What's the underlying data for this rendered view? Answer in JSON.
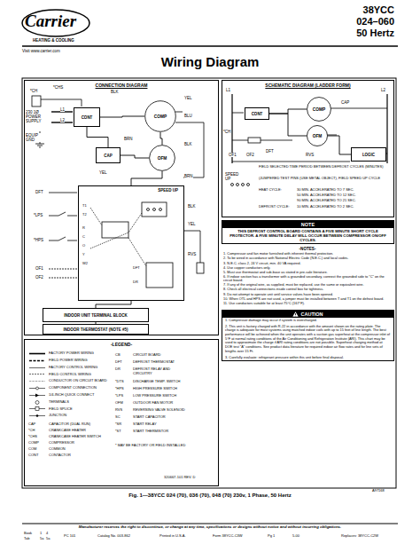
{
  "diagram": {
    "title": "Wiring Diagram",
    "caption": "Fig. 1—38YCC 024 (70), 036 (70), 048 (70) 230v, 1 Phase, 50 Hertz",
    "nodes": [
      {
        "text": [
          "CONNECTION DIAGRAM"
        ]
      },
      {
        "text": [
          "SCHEMATIC DIAGRAM (LADDER FORM)"
        ]
      },
      {
        "text": [
          "NOTE",
          "THIS DEFROST CONTROL BOARD CONTAINS A FIVE MINUTE SHORT CYCLE PROTECTOR. A FIVE MINUTE DELAY WILL OCCUR BETWEEN COMPRESSOR ON/OFF CYCLES."
        ]
      },
      {
        "text": [
          "CAUTION",
          "1. Compressor damage may occur if system is overcharged.",
          "2. This unit is factory charged with R-22 in accordance with the amount shown on the rating plate. The charge is adequate for most systems using matched indoor coils with up to 15 feet of line length. The best performance will be achieved when the unit operates with a suction gas superheat at the compressor inlet of 5°F at normal rating conditions of the Air Conditioning and Refrigeration Institute (ARI). This chart may be used to approximate the charge if ARI rating conditions are not possible. Superheat charging method at DOE test \"A\" conditions. See product data literature for required indoor air flow rates and for line sets of lengths over 15 Ft.",
          "3. Carefully evaluate: refrigerant pressure within this unit before final disposal."
        ]
      },
      {
        "text": [
          "-LEGEND-"
        ]
      },
      {
        "text": [
          "CONT"
        ],
        "in": 0
      },
      {
        "text": [
          "COMP"
        ],
        "in": 0
      },
      {
        "text": [
          "CAP"
        ],
        "in": 0
      },
      {
        "text": [
          "OFM"
        ],
        "in": 0
      },
      {
        "text": [
          "SPEED UP"
        ],
        "in": 0
      },
      {
        "text": [
          "INDOOR UNIT TERMINAL BLOCK"
        ],
        "in": 0
      },
      {
        "text": [
          "INDOOR THERMOSTAT (NOTE #5)"
        ],
        "in": 0
      },
      {
        "text": [
          "COMP"
        ],
        "in": 1
      },
      {
        "text": [
          "OFM"
        ],
        "in": 1
      },
      {
        "text": [
          "CONT"
        ],
        "in": 1
      },
      {
        "text": [
          "LOGIC"
        ],
        "in": 1
      }
    ],
    "edges": [
      {
        "from": 5,
        "to": 6,
        "arrow": "none"
      },
      {
        "from": 5,
        "to": 7,
        "arrow": "none"
      },
      {
        "from": 7,
        "to": 8,
        "arrow": "none"
      },
      {
        "from": 6,
        "to": 8,
        "arrow": "none"
      },
      {
        "from": 8,
        "to": 9,
        "arrow": "none"
      },
      {
        "from": 9,
        "to": 10,
        "arrow": "none"
      },
      {
        "from": 10,
        "to": 11,
        "arrow": "none"
      },
      {
        "from": 14,
        "to": 12,
        "arrow": "none"
      },
      {
        "from": 14,
        "to": 13,
        "arrow": "none"
      },
      {
        "from": 13,
        "to": 15,
        "arrow": "none"
      }
    ],
    "labels": [
      "Carrier",
      "HEATING & COOLING",
      "38YCC",
      "024–060",
      "50 Hertz",
      "Visit www.carrier.com",
      "*CH",
      "*CHS",
      "BLK",
      "YEL",
      "BLU",
      "230 1Ø POWER SUPPLY",
      "EQUIP GND",
      "L1",
      "L2",
      "BRN",
      "BLK",
      "YEL",
      "BRN",
      "DFT",
      "*LPS",
      "*HPS",
      "OF1",
      "OF2",
      "RVS",
      "BLK",
      "YEL",
      "T1",
      "T2",
      "R",
      "C",
      "O",
      "Y",
      "W2",
      "DFT",
      "DR",
      "L1",
      "L2",
      "CAP",
      "*CH",
      "DFT",
      "OF1",
      "OF2",
      "RVS",
      "SPEED UP",
      "FIELD SELECTED TIME PERIOD BETWEEN DEFROST CYCLES (MINUTES)",
      "(JUMPERED TEST PINS (USE METAL OBJECT), FIELD SPEED UP CYCLE",
      "HEAT CYCLE:",
      "30 MIN. ACCELERATED TO 7 SEC.",
      "50 MIN. ACCELERATED TO 12 SEC.",
      "90 MIN. ACCELERATED TO 21 SEC.",
      "DEFROST CYCLE:",
      "10 MIN. ACCELERATED TO 2 SEC.",
      "-NOTES-",
      "1. Compressor and fan motor furnished with inherent thermal protection.",
      "2. To be wired in accordance with National Electric Code (N.E.C.) and local codes.",
      "3. N.E.C. class 2, 24 V circuit, min. 40 VA required.",
      "4. Use copper conductors only.",
      "5. Must use thermostat and sub-base as stated in pre-sale literature.",
      "6. If indoor section has a transformer with a grounded secondary, connect the grounded side to \"C\" on the circuit board.",
      "7. If any of the original wire, as supplied, must be replaced, use the same or equivalent wire.",
      "8. Check all electrical connections inside control box for tightness.",
      "9. Do not attempt to operate unit until service valves have been opened.",
      "10. When OTL and HPS are not used, a jumper must be installed between T and T1 on the defrost board.",
      "11. Use conductors suitable for at least 75°C (167°F).",
      "CAP",
      "CAPACITOR (DUAL RUN)",
      "*CH",
      "CRANKCASE HEATER",
      "*CHS",
      "CRANKCASE HEATER SWITCH",
      "COMP",
      "COMPRESSOR",
      "COM",
      "COMMON",
      "CONT",
      "CONTACTOR",
      "CB",
      "CIRCUIT BOARD",
      "DFT",
      "DEFROST THERMOSTAT",
      "DR",
      "DEFROST RELAY AND CIRCUITRY",
      "*DTS",
      "DISCHARGE TEMP. SWITCH",
      "*HPS",
      "HIGH PRESSURE SWITCH",
      "*LPS",
      "LOW PRESSURE SWITCH",
      "OFM",
      "OUTDOOR FAN MOTOR",
      "RVS",
      "REVERSING VALVE SOLENOID",
      "SC",
      "START CAPACITOR",
      "*SR",
      "START RELAY",
      "*ST",
      "START THERMISTOR",
      "* MAY BE FACTORY OR FIELD INSTALLED",
      "320667-101 REV. D",
      "A97168",
      "Manufacturer reserves the right to discontinue, or change at any time, specifications or designs without notice and without incurring obligations.",
      "Book",
      "1",
      "4",
      "Tab",
      "5a",
      "5a",
      "PC 101",
      "Catalog No. 003-862",
      "Printed in U.S.A.",
      "Form 38YCC-C3W",
      "Pg 1",
      "5-00",
      "Replaces: 38YCC-C2W"
    ],
    "legend": [
      {
        "text": "FACTORY POWER WIRING"
      },
      {
        "text": "FIELD POWER WIRING"
      },
      {
        "text": "FACTORY CONTROL WIRING"
      },
      {
        "text": "FIELD CONTROL WIRING"
      },
      {
        "text": "CONDUCTOR ON CIRCUIT BOARD"
      },
      {
        "text": "COMPONENT CONNECTION"
      },
      {
        "text": "1/4-INCH QUICK CONNECT"
      },
      {
        "text": "TERMINALS"
      },
      {
        "text": "FIELD SPLICE"
      },
      {
        "text": "JUNCTION"
      }
    ]
  }
}
